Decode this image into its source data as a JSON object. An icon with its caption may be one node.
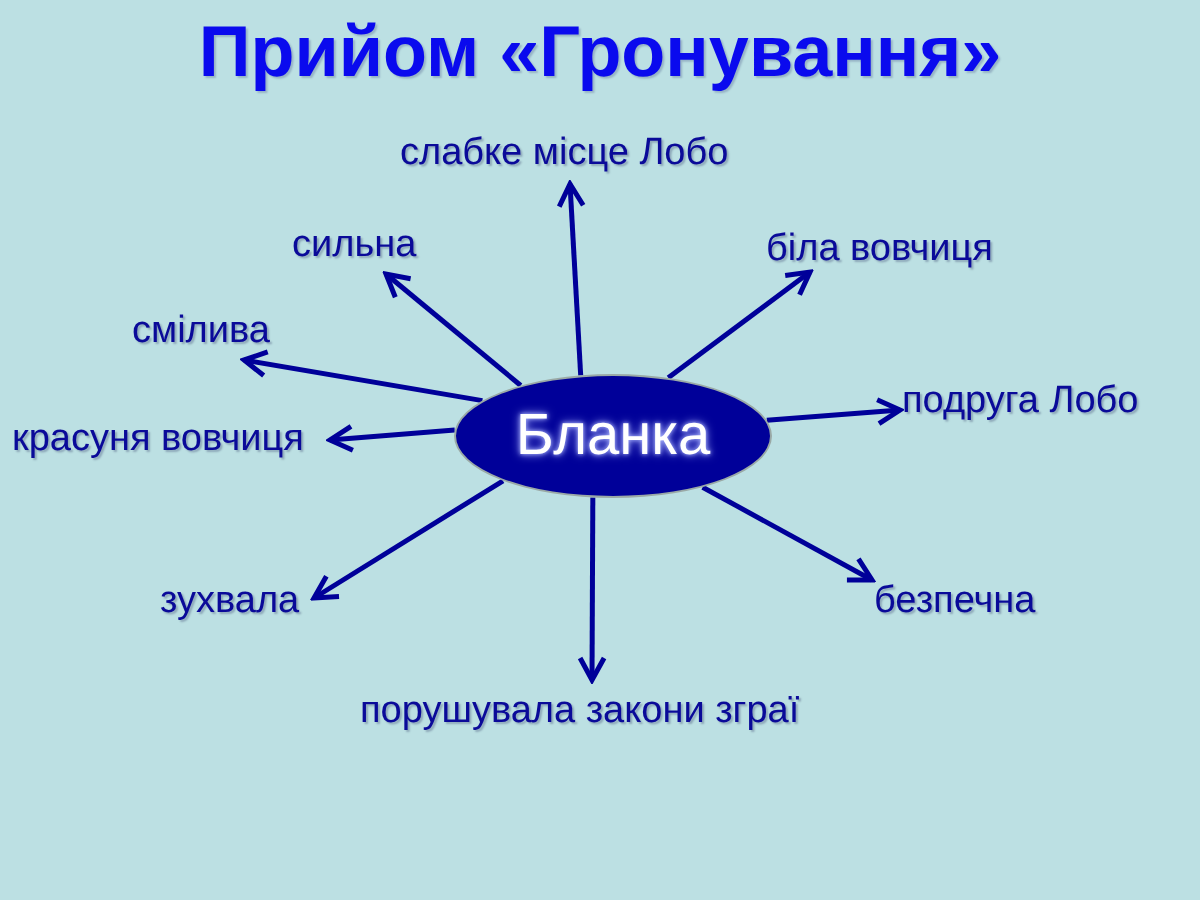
{
  "diagram": {
    "title": "Прийом «Гронування»",
    "nodes": [
      {
        "text": [
          "Бланка"
        ]
      },
      {
        "text": [
          "слабке місце Лобо"
        ]
      },
      {
        "text": [
          "сильна"
        ]
      },
      {
        "text": [
          "біла вовчиця"
        ]
      },
      {
        "text": [
          "смілива"
        ]
      },
      {
        "text": [
          "подруга Лобо"
        ]
      },
      {
        "text": [
          "красуня вовчиця"
        ]
      },
      {
        "text": [
          "зухвала"
        ]
      },
      {
        "text": [
          "безпечна"
        ]
      },
      {
        "text": [
          "порушувала закони зграї"
        ]
      }
    ],
    "edges": [
      {
        "from": 0,
        "to": 1,
        "arrow": "to"
      },
      {
        "from": 0,
        "to": 2,
        "arrow": "to"
      },
      {
        "from": 0,
        "to": 3,
        "arrow": "to"
      },
      {
        "from": 0,
        "to": 4,
        "arrow": "to"
      },
      {
        "from": 0,
        "to": 5,
        "arrow": "to"
      },
      {
        "from": 0,
        "to": 6,
        "arrow": "to"
      },
      {
        "from": 0,
        "to": 7,
        "arrow": "to"
      },
      {
        "from": 0,
        "to": 8,
        "arrow": "to"
      },
      {
        "from": 0,
        "to": 9,
        "arrow": "to"
      }
    ]
  }
}
